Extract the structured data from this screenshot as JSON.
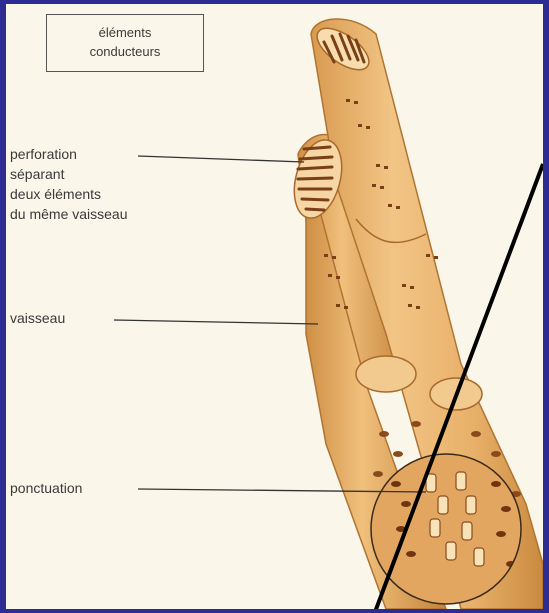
{
  "title_box": {
    "line1": "éléments",
    "line2": "conducteurs"
  },
  "labels": {
    "perforation": [
      "perforation",
      "séparant",
      "deux éléments",
      "du même vaisseau"
    ],
    "vaisseau": "vaisseau",
    "ponctuation": "ponctuation"
  },
  "colors": {
    "frame": "#2c2c93",
    "background": "#fbf6ea",
    "vessel": "#e8b06a",
    "vessel_shadow": "#c98a3e",
    "pits": "#7a3f16",
    "text": "#3a3a3a"
  }
}
